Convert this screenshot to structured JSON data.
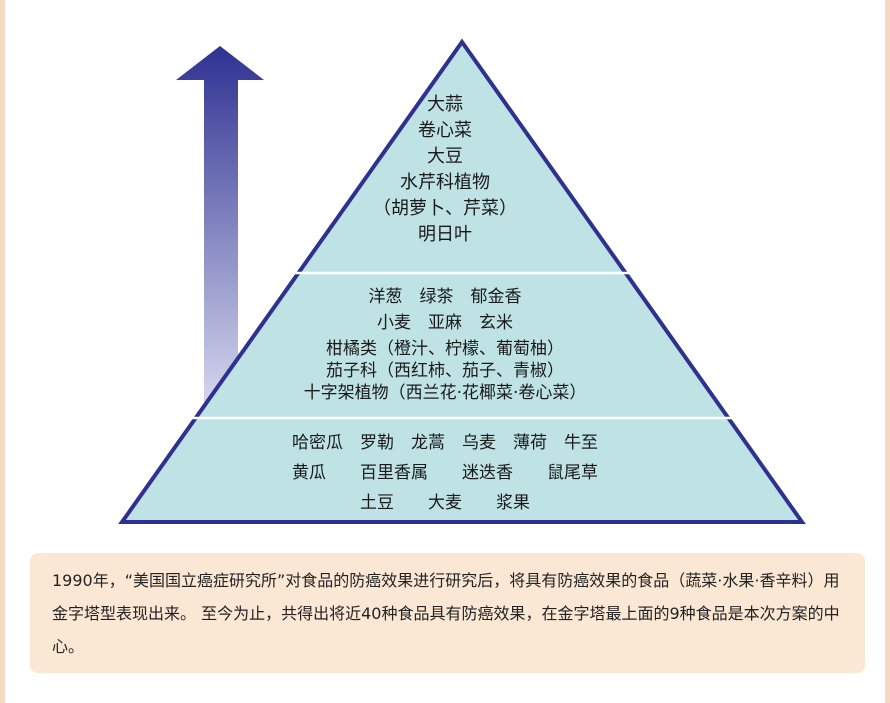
{
  "colors": {
    "pyramid_fill": "#bfe2e4",
    "pyramid_border": "#2e3192",
    "arrow_top": "#2e3192",
    "arrow_bottom": "#d6d7ee",
    "caption_bg": "#fbe8d4",
    "frame": "#f6d9bf"
  },
  "icons": {
    "arrow": "up-arrow-gradient-icon"
  },
  "pyramid": {
    "top_tier": [
      "大蒜",
      "卷心菜",
      "大豆",
      "水芹科植物",
      "（胡萝卜、芹菜）",
      "明日叶"
    ],
    "middle_tier": [
      "洋葱　绿茶　郁金香",
      "小麦　亚麻　玄米",
      "柑橘类（橙汁、柠檬、葡萄柚）",
      "茄子科（西红柿、茄子、青椒）",
      "十字架植物（西兰花·花椰菜·卷心菜）"
    ],
    "bottom_tier": [
      "哈密瓜　罗勒　龙蒿　乌麦　薄荷　牛至",
      "黄瓜　　百里香属　　迷迭香　　鼠尾草",
      "土豆　　大麦　　浆果"
    ]
  },
  "caption": "1990年，“美国国立癌症研究所”对食品的防癌效果进行研究后，将具有防癌效果的食品（蔬菜·水果·香辛料）用金字塔型表现出来。 至今为止，共得出将近40种食品具有防癌效果，在金字塔最上面的9种食品是本次方案的中心。"
}
